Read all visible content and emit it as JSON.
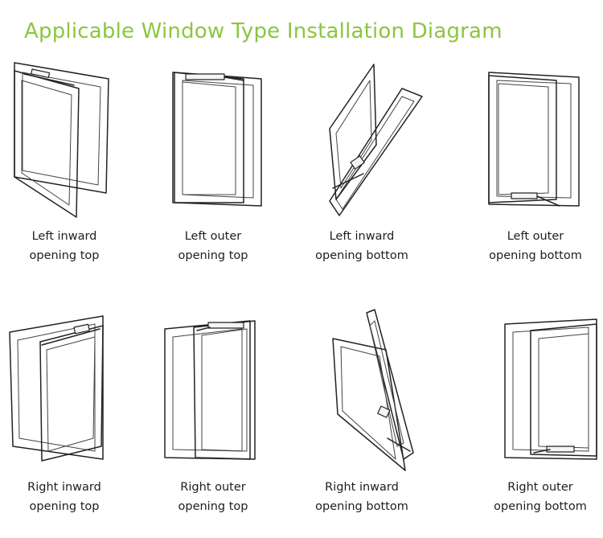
{
  "title": "Applicable Window Type Installation Diagram",
  "colors": {
    "title": "#8cc63f",
    "text": "#1e1e1e",
    "line": "#222222"
  },
  "windows": [
    {
      "line1": "Left inward",
      "line2": "opening top"
    },
    {
      "line1": "Left outer",
      "line2": "opening top"
    },
    {
      "line1": "Left inward",
      "line2": "opening bottom"
    },
    {
      "line1": "Left outer",
      "line2": "opening bottom"
    },
    {
      "line1": "Right inward",
      "line2": "opening top"
    },
    {
      "line1": "Right outer",
      "line2": "opening top"
    },
    {
      "line1": "Right inward",
      "line2": "opening bottom"
    },
    {
      "line1": "Right outer",
      "line2": "opening bottom"
    }
  ]
}
